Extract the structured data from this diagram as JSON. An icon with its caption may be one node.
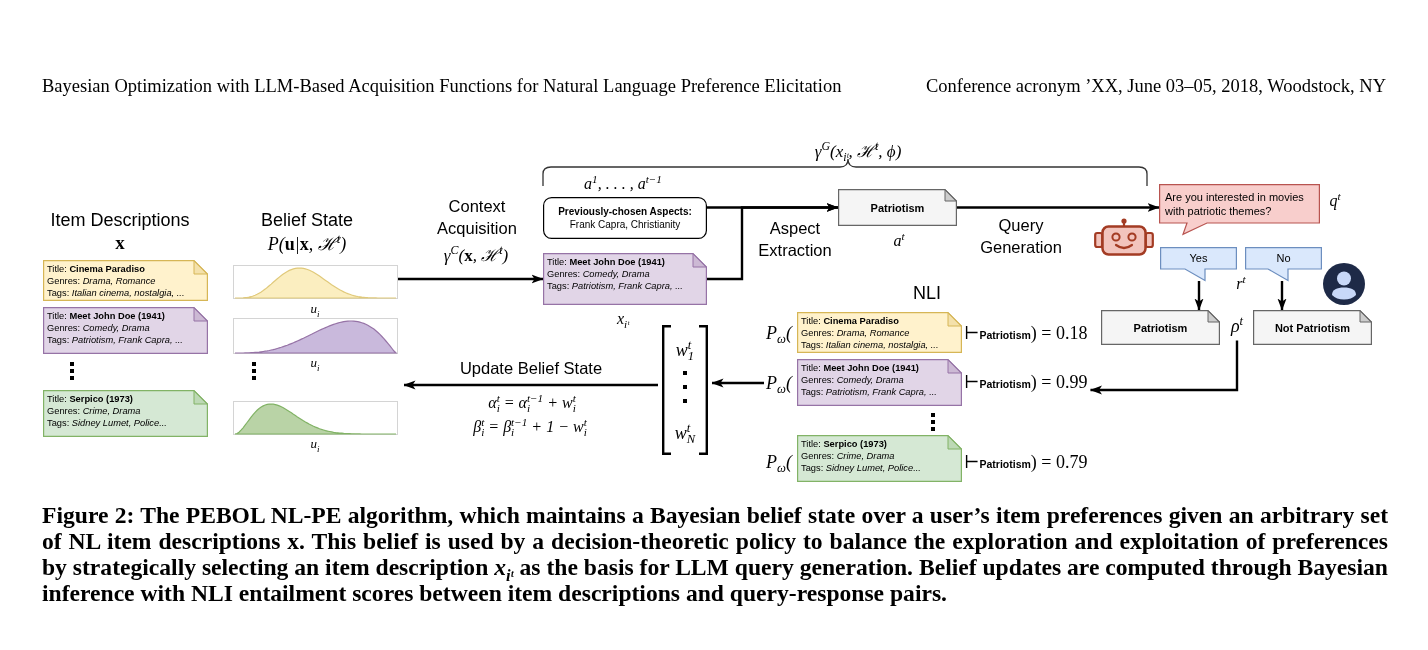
{
  "diagram": {
    "nodes": [
      {
        "text": [
          "Title: **Cinema Paradiso**",
          "Genres: *Drama, Romance*",
          "Tags: *Italian cinema, nostalgia, ...*"
        ]
      },
      {
        "text": [
          "Title: **Meet John Doe (1941)**",
          "Genres: *Comedy, Drama*",
          "Tags: *Patriotism, Frank Capra, ...*"
        ]
      },
      {
        "text": [
          "Title: **Serpico (1973)**",
          "Genres: *Crime, Drama*",
          "Tags: *Sidney Lumet, Police...*"
        ]
      },
      {
        "text": [],
        "shape": "picture",
        "beside": [
          "u$_{i}$"
        ]
      },
      {
        "text": [],
        "shape": "picture",
        "beside": [
          "u$_{i}$"
        ]
      },
      {
        "text": [],
        "shape": "picture",
        "beside": [
          "u$_{i}$"
        ]
      },
      {
        "text": [
          "Previously-chosen Aspects:",
          "Frank Capra, Christianity"
        ],
        "beside": [
          "a$^{1}$, . . . , a$^{t−1}$"
        ]
      },
      {
        "text": [
          "Title: **Meet John Doe (1941)**",
          "Genres: *Comedy, Drama*",
          "Tags: *Patriotism, Frank Capra, ...*"
        ],
        "beside": [
          "x$_{iᵗ}$"
        ]
      },
      {
        "text": [
          "Patriotism"
        ],
        "beside": [
          "a$^{t}$"
        ]
      },
      {
        "text": [
          "Are you interested in movies with patriotic themes?"
        ],
        "beside": [
          "q$^{t}$"
        ]
      },
      {
        "text": [
          "Yes"
        ]
      },
      {
        "text": [
          "No"
        ]
      },
      {
        "text": [
          "Patriotism"
        ]
      },
      {
        "text": [
          "Not Patriotism"
        ]
      },
      {
        "text": [
          "ρ$^{t}$"
        ]
      },
      {
        "text": [
          "Title: **Cinema Paradiso**",
          "Genres: *Drama, Romance*",
          "Tags: *Italian cinema, nostalgia, ...*"
        ]
      },
      {
        "text": [
          "P$_{ω}$("
        ]
      },
      {
        "text": [
          "Title: **Meet John Doe (1941)**",
          "Genres: *Comedy, Drama*",
          "Tags: *Patriotism, Frank Capra, ...*"
        ]
      },
      {
        "text": [
          "⊢**Patriotism**) = 0.99"
        ]
      },
      {
        "text": [
          "Title: **Serpico (1973)**",
          "Genres: *Crime, Drama*",
          "Tags: *Sidney Lumet, Police...*"
        ]
      },
      {
        "text": [
          "w$_{1}$$^{t}$",
          "w$_{N}$$^{t}$"
        ]
      }
    ],
    "edges": [
      {
        "from": 3,
        "to": 7,
        "arrow": "to",
        "label": "Context Acquisition"
      },
      {
        "from": 6,
        "to": 8,
        "arrow": "to"
      },
      {
        "from": 7,
        "to": 8,
        "arrow": "to",
        "label": "Aspect Extraction"
      },
      {
        "from": 8,
        "to": 9,
        "arrow": "to",
        "label": "Query Generation"
      },
      {
        "from": 10,
        "to": 12,
        "arrow": "to"
      },
      {
        "from": 11,
        "to": 13,
        "arrow": "to"
      },
      {
        "from": 14,
        "to": 18,
        "arrow": "to"
      },
      {
        "from": 16,
        "to": 20,
        "arrow": "to"
      },
      {
        "from": 20,
        "to": 5,
        "arrow": "to",
        "label": "Update Belief State"
      }
    ],
    "labels": [
      "Bayesian Optimization with LLM-Based Acquisition Functions for Natural Language Preference Elicitation",
      "Conference acronym ’XX, June 03–05, 2018, Woodstock, NY",
      "γ$^{G}$(x$_{iᵗ}$, ℋ$^{t}$, ϕ)",
      "Item Descriptions",
      "x",
      "Belief State",
      "P(**u**|**x**, ℋ$^{t}$)",
      "γ$^{C}$(**x**, ℋ$^{t}$)",
      "NLI",
      "r$^{t}$",
      "P$_{ω}$(",
      "⊢**Patriotism**) = 0.18",
      "α$_{i}$$^{t}$ = α$_{i}$$^{t−1}$ + w$_{i}$$^{t}$",
      "β$_{i}$$^{t}$ = β$_{i}$$^{t−1}$ + 1 − w$_{i}$$^{t}$",
      "P$_{ω}$(",
      "⊢**Patriotism**) = 0.79"
    ],
    "caption": "Figure 2: The PEBOL NL-PE algorithm, which maintains a Bayesian belief state over a user’s item preferences given an arbitrary set of NL item descriptions x. This belief is used by a decision-theoretic policy to balance the exploration and exploitation of preferences by strategically selecting an item description *x*$_{iᵗ}$ as the basis for LLM query generation. Belief updates are computed through Bayesian inference with NLI entailment scores between item descriptions and query-response pairs."
  }
}
